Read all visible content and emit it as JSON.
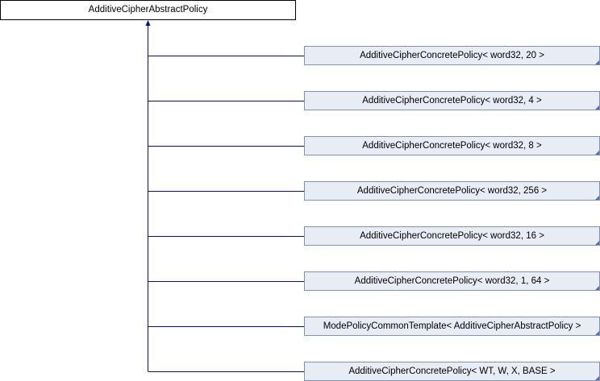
{
  "root": {
    "label": "AdditiveCipherAbstractPolicy"
  },
  "children": [
    {
      "label": "AdditiveCipherConcretePolicy< word32, 20 >"
    },
    {
      "label": "AdditiveCipherConcretePolicy< word32, 4 >"
    },
    {
      "label": "AdditiveCipherConcretePolicy< word32, 8 >"
    },
    {
      "label": "AdditiveCipherConcretePolicy< word32, 256 >"
    },
    {
      "label": "AdditiveCipherConcretePolicy< word32, 16 >"
    },
    {
      "label": "AdditiveCipherConcretePolicy< word32, 1, 64 >"
    },
    {
      "label": "ModePolicyCommonTemplate< AdditiveCipherAbstractPolicy >"
    },
    {
      "label": "AdditiveCipherConcretePolicy< WT, W, X, BASE >"
    }
  ],
  "colors": {
    "edge": "#0b0b8a",
    "node_fill": "#e8ecf5",
    "node_border": "#8491b4"
  }
}
